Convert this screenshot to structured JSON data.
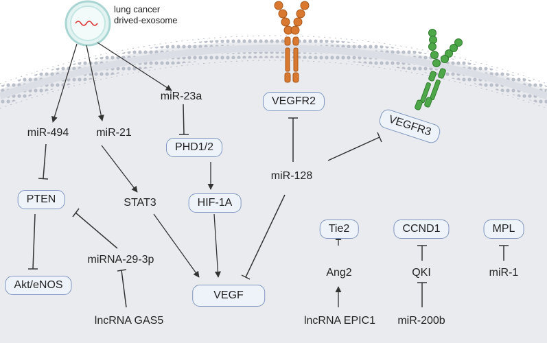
{
  "exosome": {
    "label_line1": "lung cancer",
    "label_line2": "drived-exosome"
  },
  "nodes": {
    "mir494": "miR-494",
    "mir21": "miR-21",
    "mir23a": "miR-23a",
    "vegfr2": "VEGFR2",
    "vegfr3": "VEGFR3",
    "phd12": "PHD1/2",
    "mir128": "miR-128",
    "pten": "PTEN",
    "stat3": "STAT3",
    "hif1a": "HIF-1A",
    "akt_enos": "Akt/eNOS",
    "mirna29_3p": "miRNA-29-3p",
    "vegf": "VEGF",
    "lncrna_gas5": "lncRNA GAS5",
    "tie2": "Tie2",
    "ang2": "Ang2",
    "lncrna_epic1": "lncRNA EPIC1",
    "ccnd1": "CCND1",
    "qki": "QKI",
    "mir200b": "miR-200b",
    "mpl": "MPL",
    "mir1": "miR-1"
  },
  "colors": {
    "membrane": "#c3c8d1",
    "cytoplasm": "#e9ebef",
    "box_fill": "#eef2f9",
    "box_border": "#7f95bf",
    "vegfr2_receptor": "#d9782f",
    "vegfr3_receptor": "#4ea84a"
  }
}
